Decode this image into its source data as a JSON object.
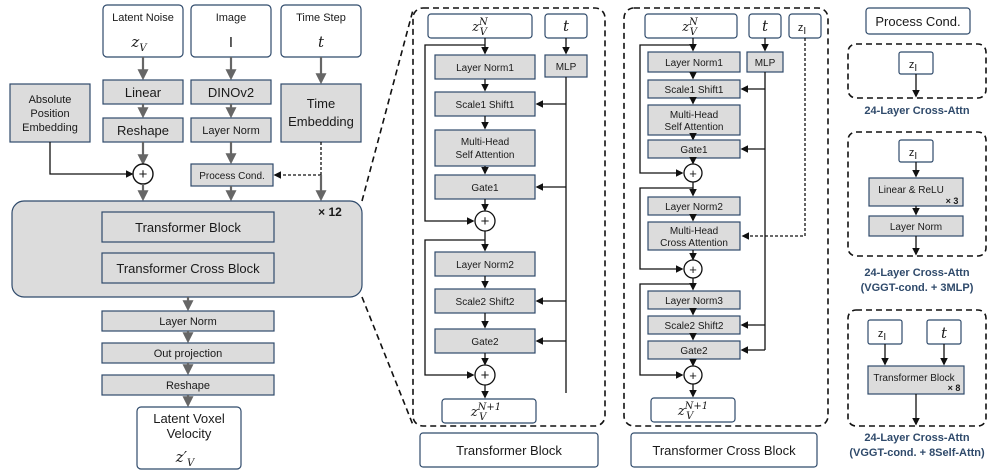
{
  "left": {
    "inputs": {
      "latent_noise": "Latent Noise",
      "latent_noise_sym": "z",
      "latent_noise_sub": "V",
      "image": "Image",
      "image_sym": "I",
      "time_step": "Time Step",
      "time_step_sym": "t"
    },
    "linear": "Linear",
    "reshape": "Reshape",
    "dinov2": "DINOv2",
    "layer_norm": "Layer Norm",
    "process_cond": "Process Cond.",
    "time_embedding_1": "Time",
    "time_embedding_2": "Embedding",
    "abs_pos_1": "Absolute",
    "abs_pos_2": "Position",
    "abs_pos_3": "Embedding",
    "plus": "+",
    "repeat": "× 12",
    "transformer_block": "Transformer Block",
    "transformer_cross_block": "Transformer Cross Block",
    "out_layer_norm": "Layer Norm",
    "out_projection": "Out projection",
    "out_reshape": "Reshape",
    "output_1": "Latent Voxel",
    "output_2": "Velocity",
    "output_sym": "z′",
    "output_sub": "V"
  },
  "transformer_block": {
    "input_sym": "z",
    "input_sub": "V",
    "input_sup": "N",
    "t": "t",
    "mlp": "MLP",
    "layer_norm1": "Layer Norm1",
    "scale_shift1": "Scale1  Shift1",
    "mhsa_1": "Multi-Head",
    "mhsa_2": "Self Attention",
    "gate1": "Gate1",
    "layer_norm2": "Layer Norm2",
    "scale_shift2": "Scale2  Shift2",
    "gate2": "Gate2",
    "output_sup": "N+1",
    "plus": "+",
    "caption": "Transformer Block"
  },
  "cross_block": {
    "input_sym": "z",
    "input_sub": "V",
    "input_sup": "N",
    "t": "t",
    "zi": "z",
    "zi_sub": "I",
    "mlp": "MLP",
    "layer_norm1": "Layer Norm1",
    "scale_shift1": "Scale1  Shift1",
    "mhsa_1": "Multi-Head",
    "mhsa_2": "Self Attention",
    "gate1": "Gate1",
    "layer_norm2": "Layer Norm2",
    "mhca_1": "Multi-Head",
    "mhca_2": "Cross Attention",
    "layer_norm3": "Layer Norm3",
    "scale_shift2": "Scale2  Shift2",
    "gate2": "Gate2",
    "output_sup": "N+1",
    "plus": "+",
    "caption": "Transformer Cross Block"
  },
  "process_cond": {
    "title": "Process Cond.",
    "zi": "z",
    "zi_sub": "I",
    "t": "t",
    "caption1": "24-Layer Cross-Attn",
    "linear_relu": "Linear & ReLU",
    "times3": "× 3",
    "layer_norm": "Layer Norm",
    "caption2a": "24-Layer Cross-Attn",
    "caption2b": "(VGGT-cond. + 3MLP)",
    "transformer_block": "Transformer Block",
    "times8": "× 8",
    "caption3a": "24-Layer Cross-Attn",
    "caption3b": "(VGGT-cond. + 8Self-Attn)"
  }
}
